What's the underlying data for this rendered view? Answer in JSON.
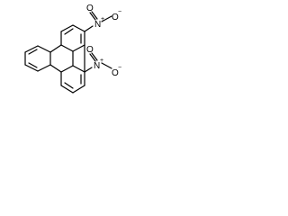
{
  "molecule": {
    "nitro_top": {
      "oxygen_left": "O",
      "oxygen_right": "O",
      "oxygen_right_charge": "−",
      "nitrogen": "N",
      "nitrogen_charge": "+"
    },
    "nitro_bottom": {
      "oxygen_left": "O",
      "oxygen_right": "O",
      "oxygen_right_charge": "−",
      "nitrogen": "N",
      "nitrogen_charge": "+"
    }
  }
}
